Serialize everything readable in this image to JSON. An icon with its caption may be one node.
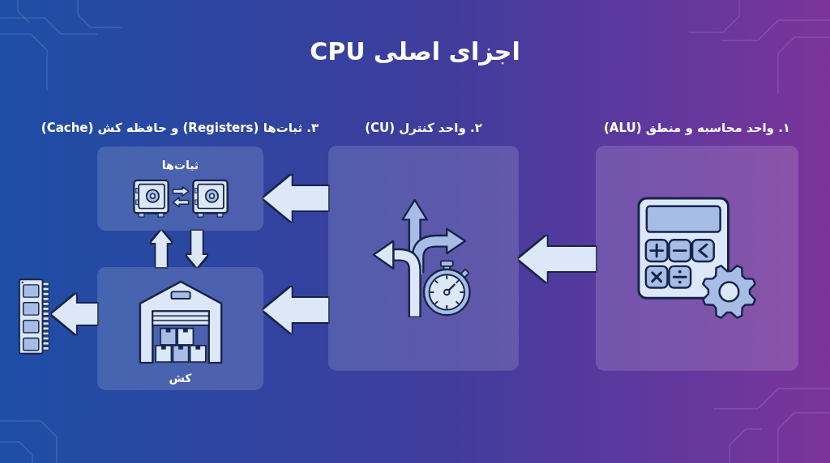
{
  "diagram": {
    "title": "اجزای اصلی CPU",
    "nodes": [
      {
        "text": [
          "۱. واحد محاسبه و منطق (ALU)"
        ]
      },
      {
        "text": [
          "۲. واحد کنترل (CU)"
        ]
      },
      {
        "text": [
          "ثبات‌ها"
        ]
      },
      {
        "text": [
          "کش"
        ]
      },
      {
        "text": [],
        "shape": "picture"
      }
    ],
    "edges": [
      {
        "from": 0,
        "to": 1,
        "arrow": "to"
      },
      {
        "from": 1,
        "to": 2,
        "arrow": "to"
      },
      {
        "from": 1,
        "to": 3,
        "arrow": "to"
      },
      {
        "from": 3,
        "to": 2,
        "arrow": "to"
      },
      {
        "from": 2,
        "to": 3,
        "arrow": "to"
      },
      {
        "from": 3,
        "to": 4,
        "arrow": "to"
      }
    ],
    "labels": [
      "۳. ثبات‌ها (Registers) و حافظه کش (Cache)"
    ]
  }
}
